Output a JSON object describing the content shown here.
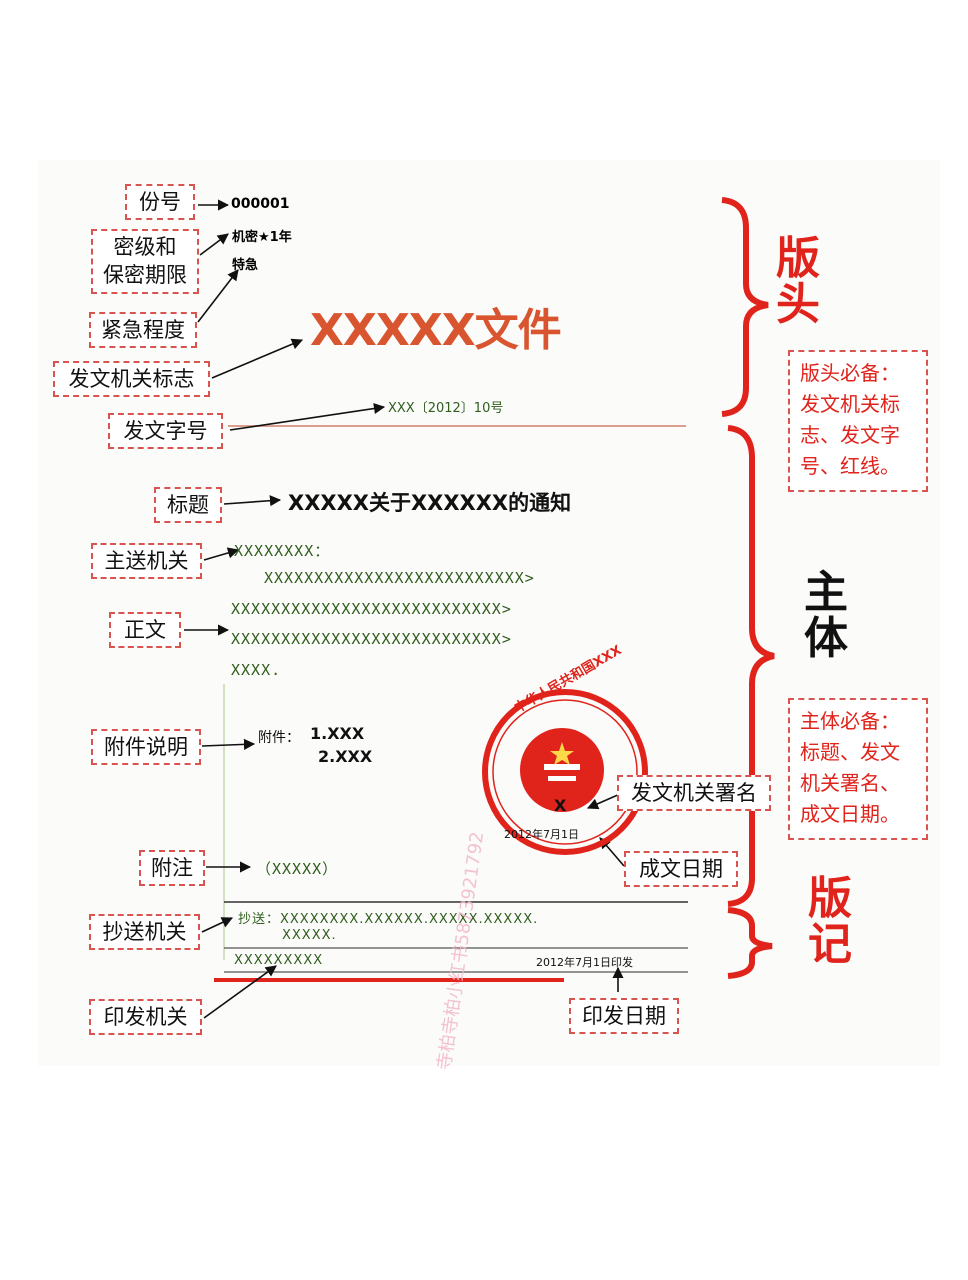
{
  "labels": {
    "copy_no": "份号",
    "secret_level": "密级和\n保密期限",
    "urgency": "紧急程度",
    "issuer_mark": "发文机关标志",
    "doc_number": "发文字号",
    "title": "标题",
    "main_recipient": "主送机关",
    "body": "正文",
    "attachment_note": "附件说明",
    "remark": "附注",
    "cc": "抄送机关",
    "printing_org": "印发机关",
    "signature": "发文机关署名",
    "doc_date": "成文日期",
    "print_date": "印发日期"
  },
  "document": {
    "copy_no": "000001",
    "secret": "机密★1年",
    "urgency": "特急",
    "issuer": "XXXXX文件",
    "doc_number": "XXX〔2012〕10号",
    "title": "XXXXX关于XXXXXX的通知",
    "recipient": "XXXXXXXX：",
    "body_line1": "XXXXXXXXXXXXXXXXXXXXXXXXXX>",
    "body_line2": "XXXXXXXXXXXXXXXXXXXXXXXXXXX>",
    "body_line3": "XXXXXXXXXXXXXXXXXXXXXXXXXXX>",
    "body_line4": "XXXX.",
    "attach_prefix": "附件：",
    "attach1": "1.XXX",
    "attach2": "2.XXX",
    "remark": "（XXXXX）",
    "seal_ring": "中华人民共和国XXX",
    "seal_inner": "X",
    "signed_date": "2012年7月1日",
    "cc_line1": "抄送：XXXXXXXX.XXXXXX.XXXXX.XXXXX.",
    "cc_line2": "XXXXX.",
    "printer": "XXXXXXXXX",
    "print_date": "2012年7月1日印发",
    "watermark": "寺柏寺柏小红书5873921792"
  },
  "sections": {
    "head": "版\n头",
    "main": "主\n体",
    "record": "版\n记"
  },
  "notes": {
    "head_required": "版头必备：\n发文机关标\n志、发文字\n号、红线。",
    "main_required": "主体必备：\n标题、发文\n机关署名、\n成文日期。"
  },
  "colors": {
    "accent_red": "#e0231b",
    "doc_green": "#2f5d1c",
    "dashed_border": "#d9534f"
  }
}
